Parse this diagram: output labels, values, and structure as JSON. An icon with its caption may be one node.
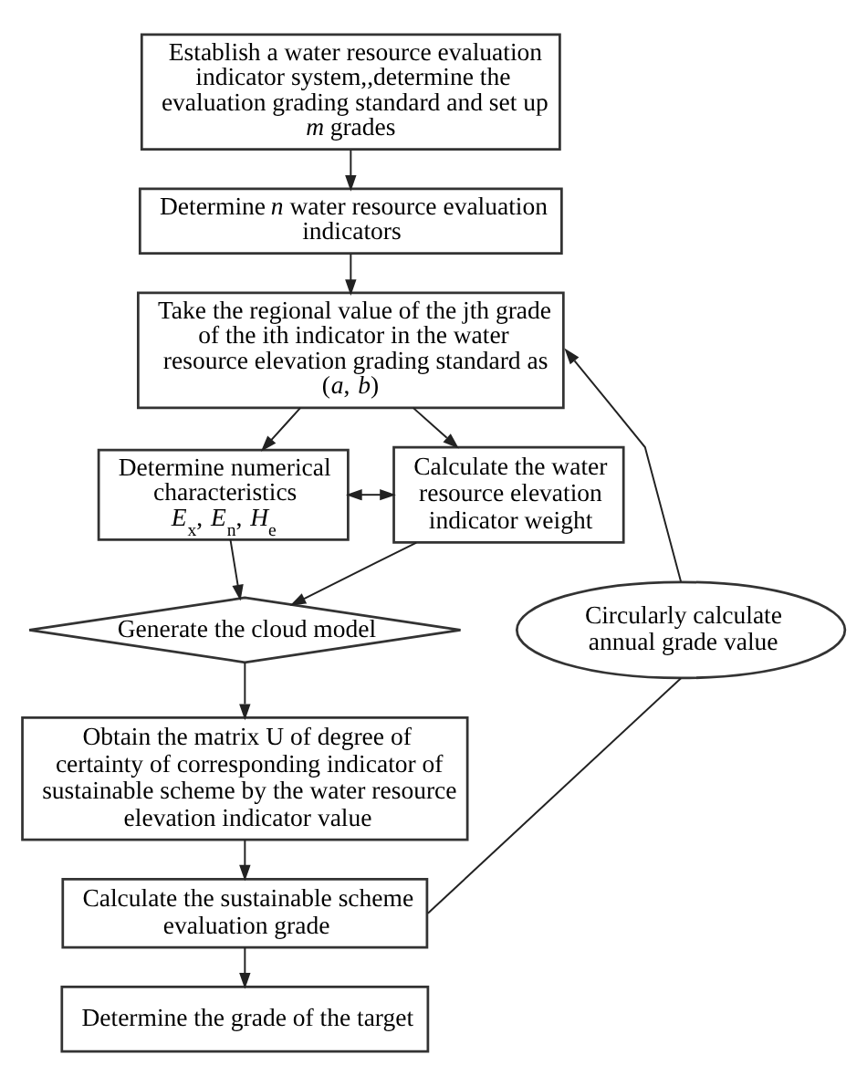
{
  "diagram": {
    "nodes": [
      {
        "text": [
          "Establish a water resource evaluation indicator system,,determine the evaluation grading standard and set up *m* grades"
        ]
      },
      {
        "text": [
          "Determine *n* water resource evaluation indicators"
        ]
      },
      {
        "text": [
          "Take the regional value of the jth grade of the ith indicator in the water resource elevation grading standard as (*a*, *b*)"
        ]
      },
      {
        "text": [
          "Determine numerical characteristics *E*$_{x}$, *E*$_{n}$, *H*$_{e}$"
        ]
      },
      {
        "text": [
          "Calculate the water resource elevation indicator weight"
        ]
      },
      {
        "text": [
          "Generate the cloud model"
        ]
      },
      {
        "text": [
          "Obtain the matrix U of degree of certainty of corresponding indicator of sustainable scheme by the water resource elevation indicator value"
        ]
      },
      {
        "text": [
          "Calculate the sustainable scheme evaluation grade"
        ]
      },
      {
        "text": [
          "Determine the grade of the target"
        ]
      },
      {
        "text": [
          "Circularly calculate annual grade value"
        ]
      }
    ],
    "edges": [
      {
        "from": 0,
        "to": 1,
        "arrow": "to"
      },
      {
        "from": 1,
        "to": 2,
        "arrow": "to"
      },
      {
        "from": 2,
        "to": 3,
        "arrow": "to"
      },
      {
        "from": 2,
        "to": 4,
        "arrow": "to"
      },
      {
        "from": 3,
        "to": 4,
        "arrow": "both"
      },
      {
        "from": 3,
        "to": 5,
        "arrow": "to"
      },
      {
        "from": 4,
        "to": 5,
        "arrow": "to"
      },
      {
        "from": 5,
        "to": 6,
        "arrow": "to"
      },
      {
        "from": 6,
        "to": 7,
        "arrow": "to"
      },
      {
        "from": 7,
        "to": 8,
        "arrow": "to"
      },
      {
        "from": 7,
        "to": 9,
        "arrow": "none"
      },
      {
        "from": 9,
        "to": 2,
        "arrow": "to"
      }
    ]
  }
}
